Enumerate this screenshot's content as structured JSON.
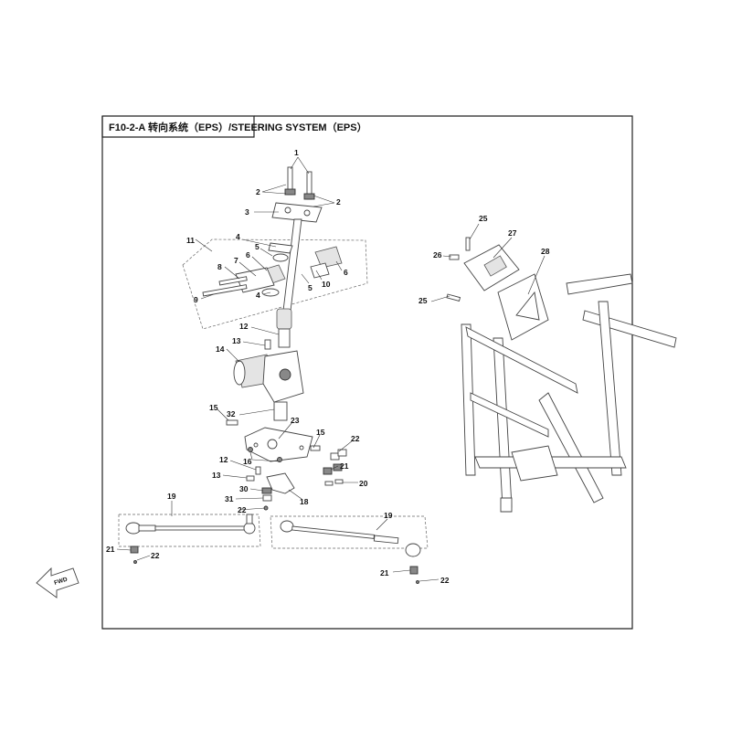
{
  "title": "F10-2-A 转向系统（EPS）/STEERING SYSTEM（EPS）",
  "direction_label": "FWD",
  "callouts": [
    {
      "id": "c1",
      "label": "1"
    },
    {
      "id": "c2a",
      "label": "2"
    },
    {
      "id": "c2b",
      "label": "2"
    },
    {
      "id": "c3",
      "label": "3"
    },
    {
      "id": "c4a",
      "label": "4"
    },
    {
      "id": "c4b",
      "label": "4"
    },
    {
      "id": "c5a",
      "label": "5"
    },
    {
      "id": "c5b",
      "label": "5"
    },
    {
      "id": "c6a",
      "label": "6"
    },
    {
      "id": "c6b",
      "label": "6"
    },
    {
      "id": "c7",
      "label": "7"
    },
    {
      "id": "c8",
      "label": "8"
    },
    {
      "id": "c9",
      "label": "9"
    },
    {
      "id": "c10",
      "label": "10"
    },
    {
      "id": "c11",
      "label": "11"
    },
    {
      "id": "c12a",
      "label": "12"
    },
    {
      "id": "c12b",
      "label": "12"
    },
    {
      "id": "c13a",
      "label": "13"
    },
    {
      "id": "c13b",
      "label": "13"
    },
    {
      "id": "c14",
      "label": "14"
    },
    {
      "id": "c15a",
      "label": "15"
    },
    {
      "id": "c15b",
      "label": "15"
    },
    {
      "id": "c16",
      "label": "16"
    },
    {
      "id": "c18",
      "label": "18"
    },
    {
      "id": "c19a",
      "label": "19"
    },
    {
      "id": "c19b",
      "label": "19"
    },
    {
      "id": "c20",
      "label": "20"
    },
    {
      "id": "c21a",
      "label": "21"
    },
    {
      "id": "c21b",
      "label": "21"
    },
    {
      "id": "c21c",
      "label": "21"
    },
    {
      "id": "c22a",
      "label": "22"
    },
    {
      "id": "c22b",
      "label": "22"
    },
    {
      "id": "c22c",
      "label": "22"
    },
    {
      "id": "c22d",
      "label": "22"
    },
    {
      "id": "c23",
      "label": "23"
    },
    {
      "id": "c25a",
      "label": "25"
    },
    {
      "id": "c25b",
      "label": "25"
    },
    {
      "id": "c26",
      "label": "26"
    },
    {
      "id": "c27",
      "label": "27"
    },
    {
      "id": "c28",
      "label": "28"
    },
    {
      "id": "c30",
      "label": "30"
    },
    {
      "id": "c31",
      "label": "31"
    },
    {
      "id": "c32",
      "label": "32"
    }
  ]
}
